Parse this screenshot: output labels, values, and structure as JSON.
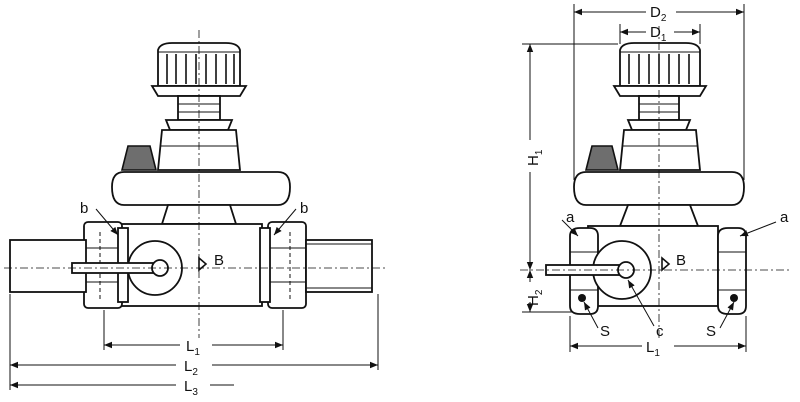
{
  "left_view": {
    "callout_b_left": "b",
    "callout_b_right": "b",
    "flow_label": "B",
    "dim_L1": {
      "main": "L",
      "sub": "1"
    },
    "dim_L2": {
      "main": "L",
      "sub": "2"
    },
    "dim_L3": {
      "main": "L",
      "sub": "3"
    }
  },
  "right_view": {
    "dim_D2": {
      "main": "D",
      "sub": "2"
    },
    "dim_D1": {
      "main": "D",
      "sub": "1"
    },
    "dim_H1": {
      "main": "H",
      "sub": "1"
    },
    "dim_H2": {
      "main": "H",
      "sub": "2"
    },
    "dim_L1": {
      "main": "L",
      "sub": "1"
    },
    "callout_a_left": "a",
    "callout_a_right": "a",
    "flow_label": "B",
    "callout_S_left": "S",
    "callout_S_right": "S",
    "callout_c": "c"
  }
}
